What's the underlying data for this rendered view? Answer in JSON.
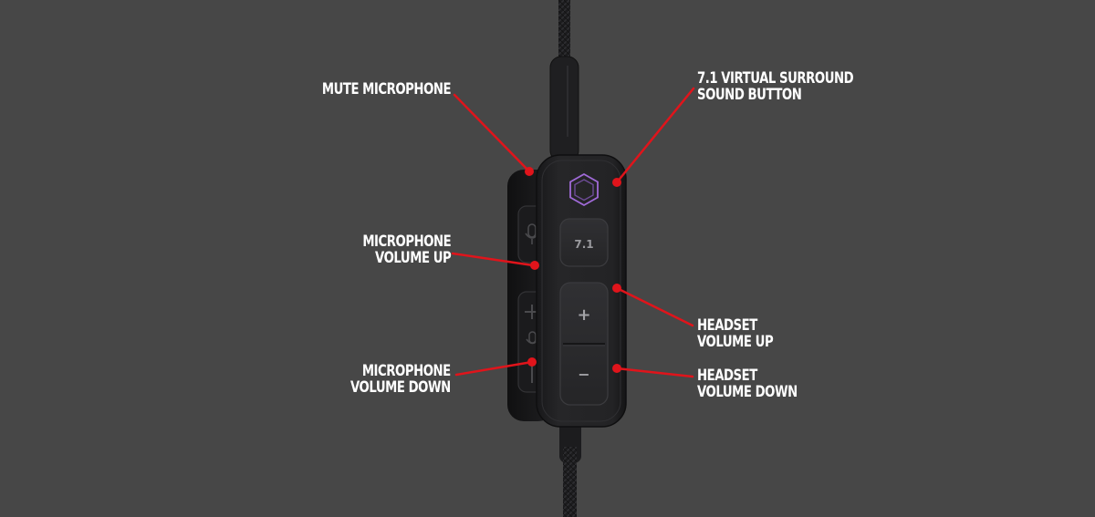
{
  "colors": {
    "background": "#474747",
    "callout": "#e0141b",
    "device_body": "#232325",
    "button_face": "#2b2b2e",
    "logo_accent": "#a06ad8",
    "text": "#ffffff"
  },
  "device": {
    "surround_button_text": "7.1",
    "volume_up_symbol": "+",
    "volume_down_symbol": "−",
    "logo_icon": "hexagon-logo-icon"
  },
  "callouts": [
    {
      "id": "mute",
      "lines": [
        "MUTE MICROPHONE"
      ]
    },
    {
      "id": "surround",
      "lines": [
        "7.1 VIRTUAL SURROUND",
        "SOUND BUTTON"
      ]
    },
    {
      "id": "mic-up",
      "lines": [
        "MICROPHONE",
        "VOLUME UP"
      ]
    },
    {
      "id": "hs-up",
      "lines": [
        "HEADSET",
        "VOLUME UP"
      ]
    },
    {
      "id": "mic-down",
      "lines": [
        "MICROPHONE",
        "VOLUME DOWN"
      ]
    },
    {
      "id": "hs-down",
      "lines": [
        "HEADSET",
        "VOLUME DOWN"
      ]
    }
  ]
}
